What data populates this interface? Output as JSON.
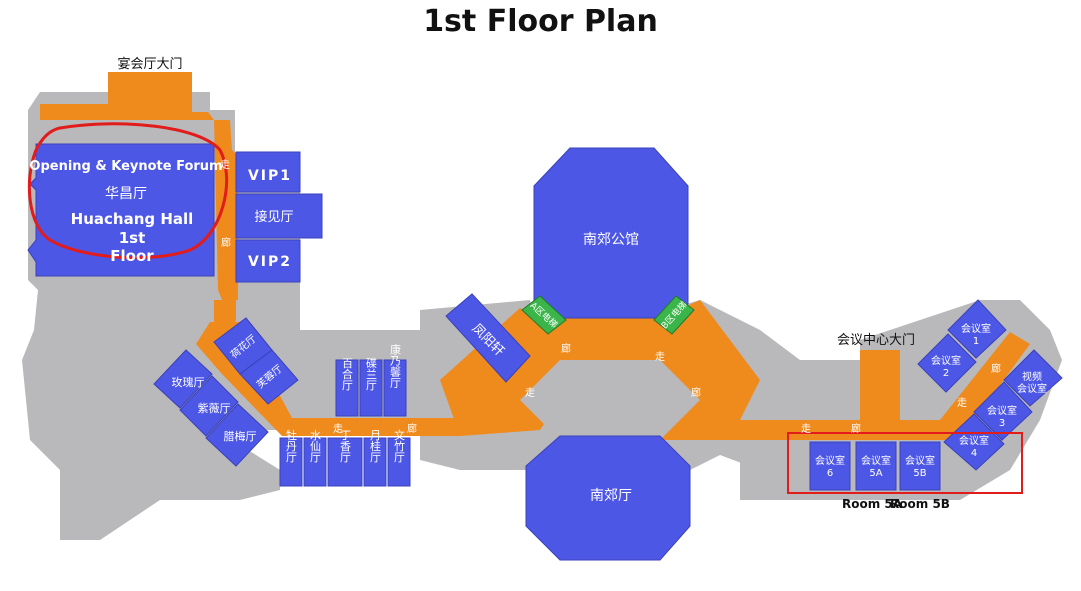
{
  "title": "1st Floor Plan",
  "colors": {
    "background_building": "#b9b9bb",
    "corridor": "#ef8a1c",
    "room": "#4d57e6",
    "elevator": "#3bb54a",
    "annotation": "#e21b1b"
  },
  "entrances": {
    "banquet_gate": "宴会厅大门",
    "conference_center_gate": "会议中心大门"
  },
  "highlight": {
    "forum": "Opening & Keynote Forum",
    "hall_cn": "华昌厅",
    "hall_en_1": "Huachang Hall",
    "hall_en_2": "1st Floor"
  },
  "rooms": {
    "vip1": "VIP1",
    "vip2": "VIP2",
    "jiejian": "接见厅",
    "nanjiao_guan": "南郊公馆",
    "nanjiao_ting": "南郊厅",
    "fengyang": "凤阳轩",
    "hehua": "荷花厅",
    "furong": "芙蓉厅",
    "meigui": "玫瑰厅",
    "ziwei": "紫薇厅",
    "lamei": "腊梅厅",
    "baihe": "百合厅",
    "dielan": "碟兰厅",
    "kangnaixin": "康乃馨厅",
    "mudan": "牡丹厅",
    "shuixian": "水仙厅",
    "dingxiang": "丁香厅",
    "yuegui": "月桂厅",
    "wenzhu": "文竹厅"
  },
  "meeting_rooms": {
    "r1": "会议室 1",
    "r2": "会议室 2",
    "r3": "会议室 3",
    "r4": "会议室 4",
    "r5a": "会议室 5A",
    "r5b": "会议室 5B",
    "r6": "会议室 6",
    "video": "视频 会议室"
  },
  "elevators": {
    "a": "A区电梯",
    "b": "B区电梯"
  },
  "corridor_glyphs": {
    "zou": "走",
    "lang": "廊"
  },
  "room_labels": {
    "room5a": "Room 5A",
    "room5b": "Room 5B"
  }
}
